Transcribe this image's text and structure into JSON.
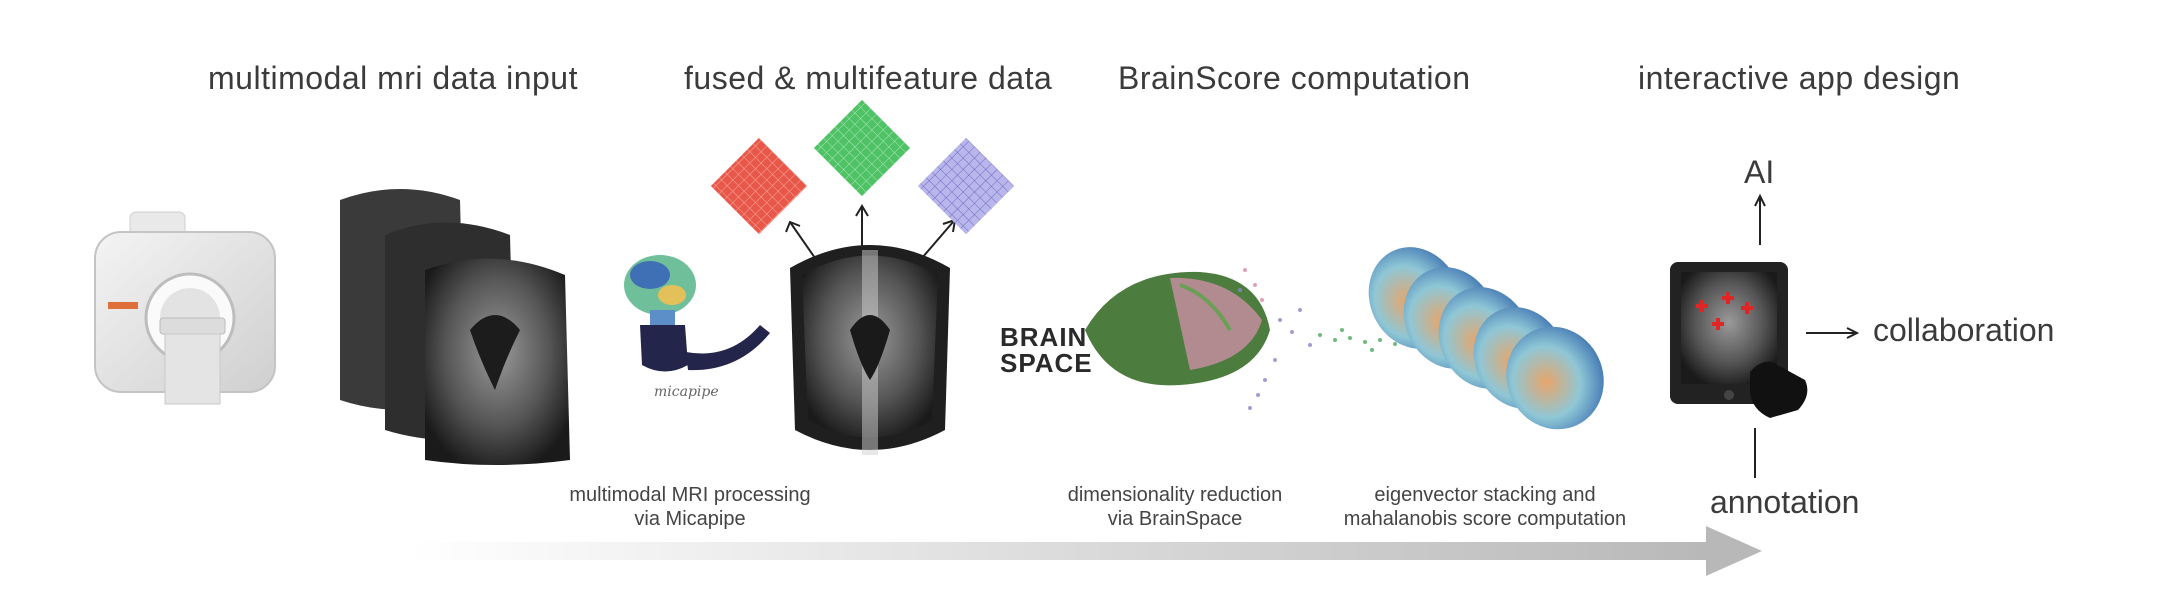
{
  "headers": {
    "input": "multimodal mri data input",
    "fused": "fused & multifeature data",
    "brainscore": "BrainScore computation",
    "app": "interactive app design"
  },
  "captions": {
    "micapipe_line1": "multimodal MRI processing",
    "micapipe_line2": "via Micapipe",
    "brainspace_line1": "dimensionality reduction",
    "brainspace_line2": "via BrainSpace",
    "eigen_line1": "eigenvector stacking and",
    "eigen_line2": "mahalanobis score computation"
  },
  "app_labels": {
    "ai": "AI",
    "collaboration": "collaboration",
    "annotation": "annotation"
  },
  "logos": {
    "micapipe": "micapipe",
    "brainspace_line1": "BRAIN",
    "brainspace_line2": "SPACE"
  },
  "colors": {
    "matrix_red": "#e8584a",
    "matrix_green": "#4fc266",
    "matrix_purple": "#8a86d6",
    "arrow_gray": "#b8b8b8"
  }
}
